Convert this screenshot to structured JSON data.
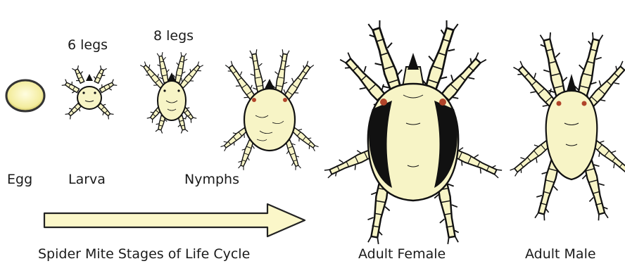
{
  "colors": {
    "body_fill": "#f7f4c6",
    "arrow_fill": "#fbf7c9",
    "ink": "#111111",
    "eye_red": "#b0442a"
  },
  "labels": {
    "larva_legs": "6 legs",
    "nymph_legs": "8 legs",
    "egg": "Egg",
    "larva": "Larva",
    "nymphs": "Nymphs",
    "caption": "Spider Mite Stages of Life Cycle",
    "adult_female": "Adult Female",
    "adult_male": "Adult Male"
  }
}
